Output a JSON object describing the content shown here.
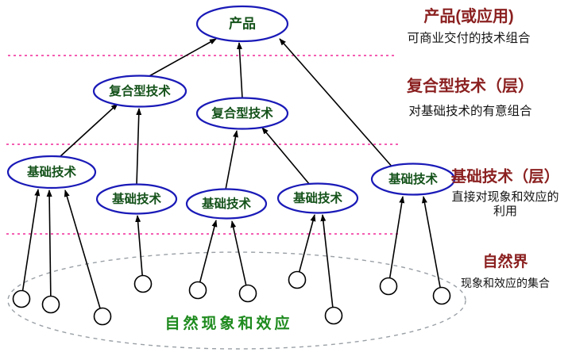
{
  "nodes": {
    "product": {
      "label": "产品"
    },
    "composite1": {
      "label": "复合型技术"
    },
    "composite2": {
      "label": "复合型技术"
    },
    "basic1": {
      "label": "基础技术"
    },
    "basic2": {
      "label": "基础技术"
    },
    "basic3": {
      "label": "基础技术"
    },
    "basic4": {
      "label": "基础技术"
    },
    "basic5": {
      "label": "基础技术"
    }
  },
  "layers": {
    "product_layer": {
      "title": "产品(或应用)",
      "subtitle": "可商业交付的技术组合"
    },
    "composite_layer": {
      "title": "复合型技术（层）",
      "subtitle": "对基础技术的有意组合"
    },
    "basic_layer": {
      "title": "基础技术（层）",
      "subtitle": "直接对现象和效应的利用"
    },
    "nature_layer": {
      "title": "自然界",
      "subtitle": "现象和效应的集合"
    }
  },
  "bottom_label": "自然现象和效应",
  "colors": {
    "node_stroke": "#1a1ab8",
    "node_text": "#14521a",
    "layer_title": "#8b2020",
    "layer_subtitle": "#141414",
    "divider": "#f02898",
    "nature_boundary": "#9aa0a6",
    "bottom_label": "#1d8a1d",
    "arrow": "#000000"
  }
}
